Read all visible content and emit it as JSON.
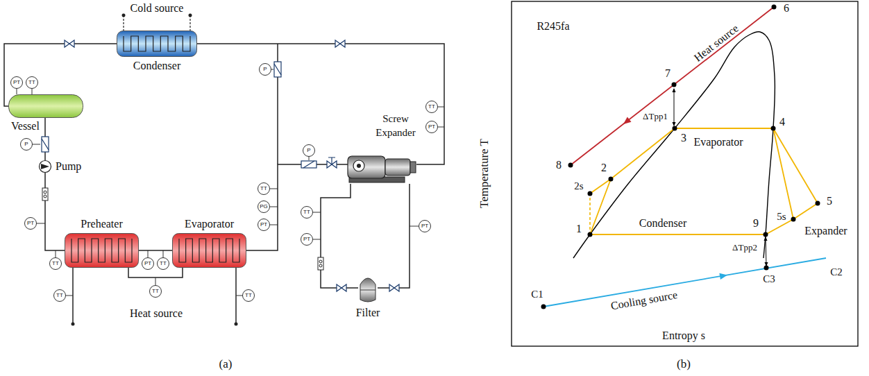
{
  "diagram": {
    "nodes": [
      {
        "text": [
          "Condenser"
        ]
      },
      {
        "text": [
          "Vessel"
        ]
      },
      {
        "text": [
          "Pump"
        ]
      },
      {
        "text": [
          "Preheater"
        ]
      },
      {
        "text": [
          "Evaporator"
        ]
      },
      {
        "text": [
          "Screw Expander"
        ]
      },
      {
        "text": [
          "Filter"
        ]
      },
      {
        "text": [
          "PT"
        ]
      },
      {
        "text": [
          "TT"
        ]
      },
      {
        "text": [
          "P"
        ]
      },
      {
        "text": [
          "PT"
        ]
      },
      {
        "text": [
          "TT"
        ]
      },
      {
        "text": [
          "PT"
        ]
      },
      {
        "text": [
          "TT"
        ]
      },
      {
        "text": [
          "TT"
        ]
      },
      {
        "text": [
          "TT"
        ]
      },
      {
        "text": [
          "TT"
        ]
      },
      {
        "text": [
          "P"
        ]
      },
      {
        "text": [
          "TT"
        ]
      },
      {
        "text": [
          "PG"
        ]
      },
      {
        "text": [
          "PT"
        ]
      },
      {
        "text": [
          "P"
        ]
      },
      {
        "text": [
          "TT"
        ]
      },
      {
        "text": [
          "PT"
        ]
      },
      {
        "text": [
          "TT"
        ]
      },
      {
        "text": [
          "PT"
        ]
      },
      {
        "text": [
          "PT"
        ]
      }
    ],
    "edges": [
      {
        "from": 0,
        "to": 1,
        "arrow": "none"
      },
      {
        "from": 1,
        "to": 2,
        "arrow": "none"
      },
      {
        "from": 2,
        "to": 3,
        "arrow": "none"
      },
      {
        "from": 3,
        "to": 4,
        "arrow": "none"
      },
      {
        "from": 4,
        "to": 5,
        "arrow": "none"
      },
      {
        "from": 5,
        "to": 0,
        "arrow": "none"
      },
      {
        "from": 5,
        "to": 6,
        "arrow": "none"
      },
      {
        "from": 6,
        "to": 5,
        "arrow": "none"
      }
    ],
    "labels": [
      "Cold source",
      "Heat source",
      "(a)",
      "R245fa",
      "Heat source",
      "6",
      "7",
      "ΔTpp1",
      "3",
      "Evaporator",
      "4",
      "8",
      "2",
      "2s",
      "5",
      "5s",
      "Expander",
      "Condenser",
      "9",
      "1",
      "ΔTpp2",
      "C3",
      "C2",
      "C1",
      "Cooling source",
      "Temperature T",
      "Entropy s",
      "(b)"
    ]
  }
}
